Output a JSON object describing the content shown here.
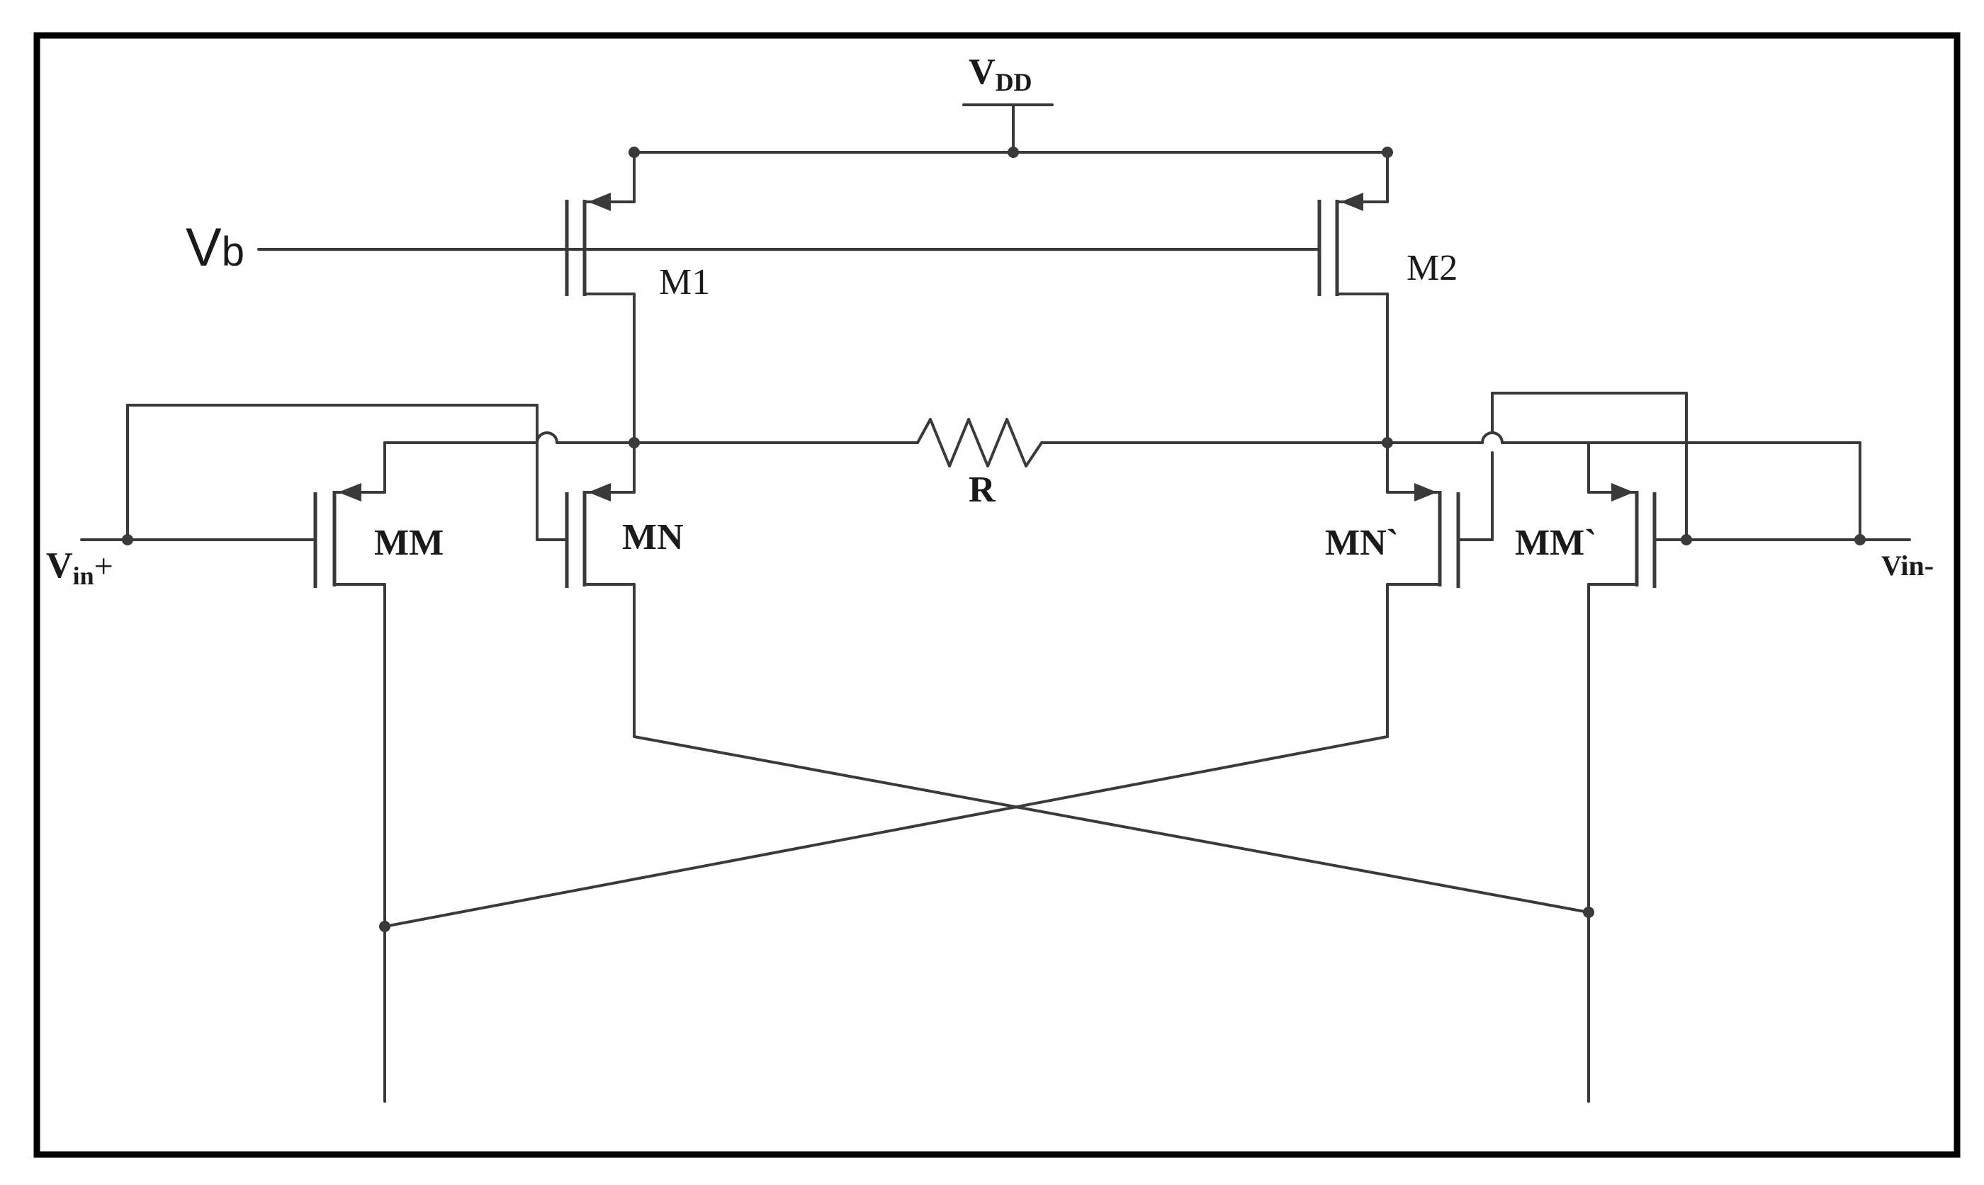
{
  "labels": {
    "vdd_main": "V",
    "vdd_sub": "DD",
    "vb_main": "V",
    "vb_sub": "b",
    "m1": "M1",
    "m2": "M2",
    "mm": "MM",
    "mn": "MN",
    "r": "R",
    "mn_prime": "MN`",
    "mm_prime": "MM`",
    "vin_plus_main": "V",
    "vin_plus_sub": "in",
    "vin_plus_sign": "+",
    "vin_minus": "Vin-"
  },
  "colors": {
    "wire": "#3a3a3a",
    "frame": "#000000",
    "text": "#1a1a1a"
  }
}
